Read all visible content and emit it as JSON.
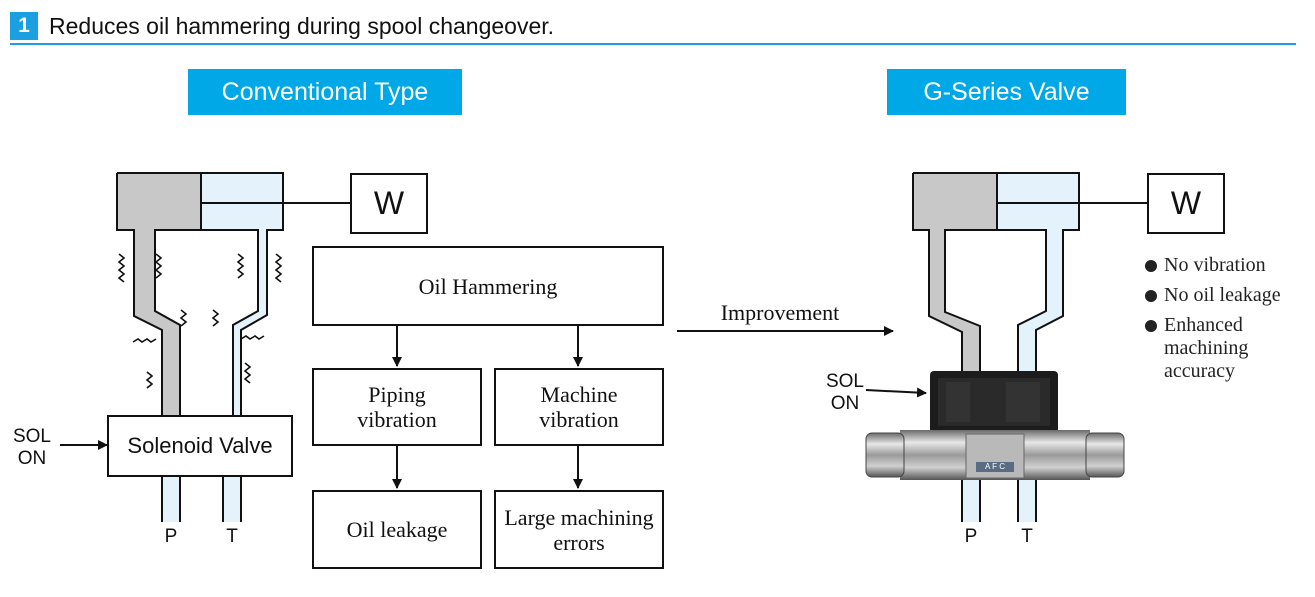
{
  "header": {
    "number": "1",
    "title": "Reduces oil hammering during spool changeover."
  },
  "conventional": {
    "label": "Conventional Type",
    "weight": "W",
    "sol": "SOL\nON",
    "valve": "Solenoid Valve",
    "port_p": "P",
    "port_t": "T"
  },
  "flow": {
    "root": "Oil Hammering",
    "piping": "Piping\nvibration",
    "machine": "Machine\nvibration",
    "leakage": "Oil leakage",
    "errors": "Large machining\nerrors",
    "improvement": "Improvement"
  },
  "gseries": {
    "label": "G-Series Valve",
    "weight": "W",
    "sol": "SOL\nON",
    "port_p": "P",
    "port_t": "T",
    "benefits": [
      "No vibration",
      "No oil leakage",
      "Enhanced\nmachining\naccuracy"
    ],
    "nameplate": "A F C"
  },
  "colors": {
    "accent": "#00a8e8",
    "oil_gray": "#c8c8c8",
    "oil_blue": "#e3f2fb"
  }
}
